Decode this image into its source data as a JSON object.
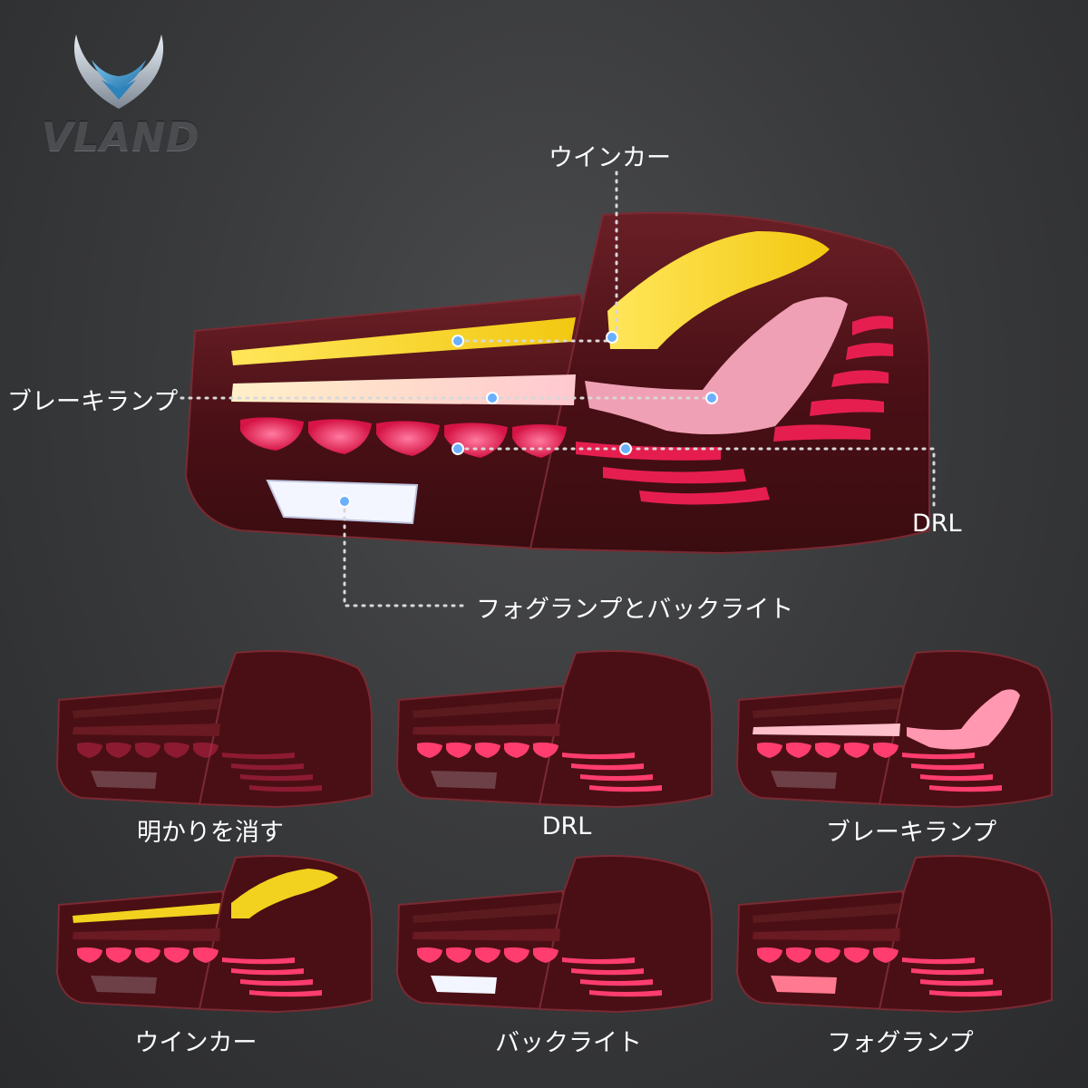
{
  "brand": {
    "logo_text": "VLAND"
  },
  "callouts": {
    "turn_signal": "ウインカー",
    "brake_lamp": "ブレーキランプ",
    "drl": "DRL",
    "fog_and_back": "フォグランプとバックライト"
  },
  "thumbnails": [
    {
      "caption": "明かりを消す",
      "mode": "off"
    },
    {
      "caption": "DRL",
      "mode": "drl"
    },
    {
      "caption": "ブレーキランプ",
      "mode": "brake"
    },
    {
      "caption": "ウインカー",
      "mode": "turn"
    },
    {
      "caption": "バックライト",
      "mode": "back"
    },
    {
      "caption": "フォグランプ",
      "mode": "fog"
    }
  ],
  "colors": {
    "amber": "#f2d21e",
    "brake_red": "#ff2a55",
    "drl_pink": "#ff3d6e",
    "lens_dark": "#4a0f14",
    "white_light": "#f4f6ff",
    "dot_blue": "#6ab0ff",
    "leader_line": "#d8d8d8"
  }
}
